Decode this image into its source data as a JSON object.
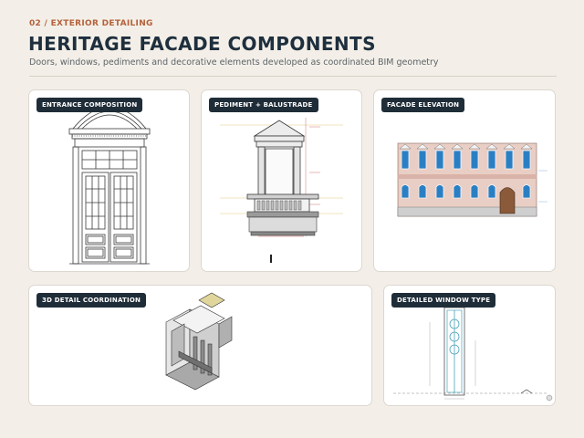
{
  "header": {
    "kicker": "02 / EXTERIOR DETAILING",
    "title": "HERITAGE FACADE COMPONENTS",
    "subtitle": "Doors, windows, pediments and decorative elements developed as coordinated BIM geometry"
  },
  "cards": [
    {
      "label": "ENTRANCE COMPOSITION",
      "image": "entrance-door-drawing"
    },
    {
      "label": "PEDIMENT + BALUSTRADE",
      "image": "pediment-balustrade-drawing"
    },
    {
      "label": "FACADE ELEVATION",
      "image": "facade-elevation-drawing"
    },
    {
      "label": "3D DETAIL COORDINATION",
      "image": "isometric-detail-model"
    },
    {
      "label": "DETAILED WINDOW TYPE",
      "image": "window-type-drawing"
    }
  ],
  "colors": {
    "accent": "#b5613a",
    "title": "#1e2f3d",
    "tag_bg": "#1f2d38",
    "background": "#f3efe8",
    "window_blue": "#2a7fc4",
    "facade_pink": "#e8c9c0"
  }
}
